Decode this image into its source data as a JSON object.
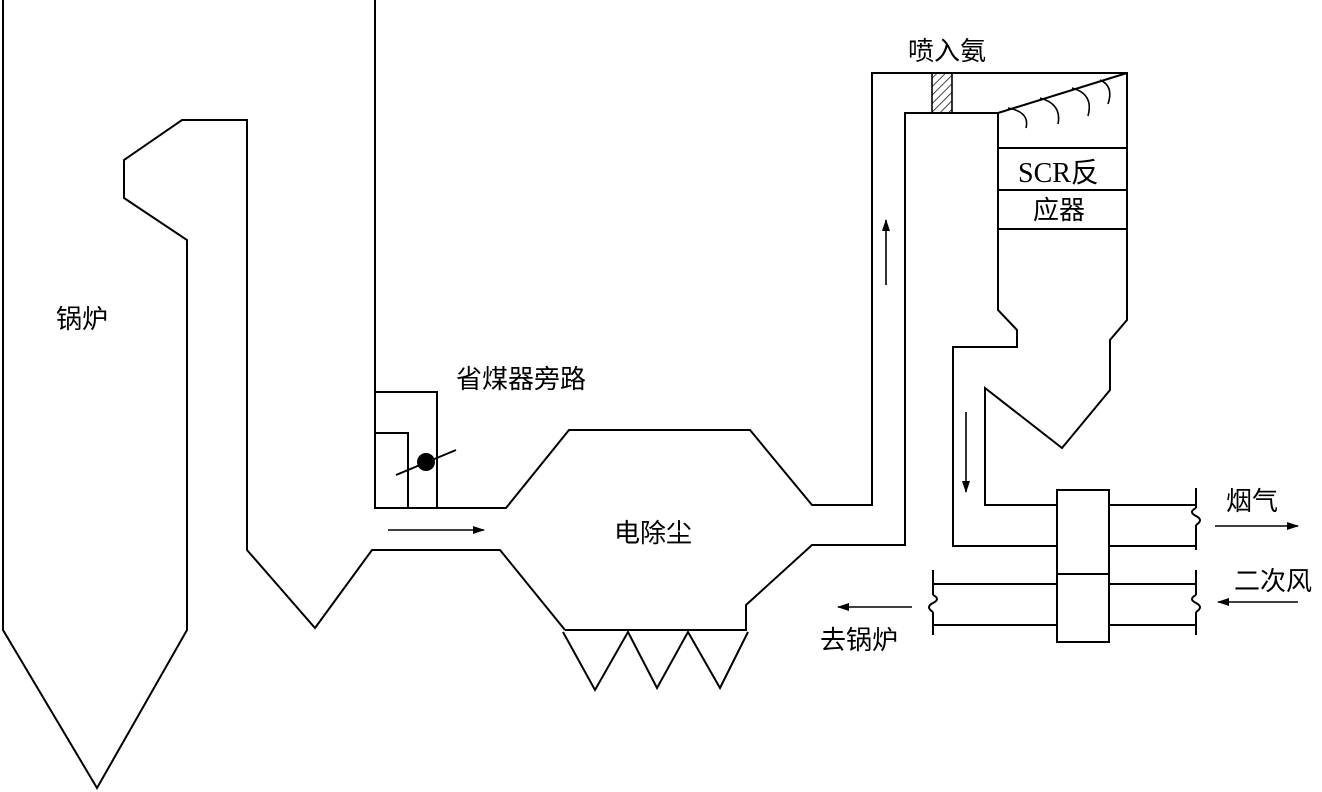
{
  "labels": {
    "boiler": "锅炉",
    "economizer_bypass": "省煤器旁路",
    "esp": "电除尘",
    "ammonia_injection": "喷入氨",
    "scr_line1": "SCR反",
    "scr_line2": "应器",
    "flue_gas": "烟气",
    "secondary_air": "二次风",
    "to_boiler": "去锅炉"
  },
  "colors": {
    "line": "#000000",
    "background": "#ffffff"
  }
}
